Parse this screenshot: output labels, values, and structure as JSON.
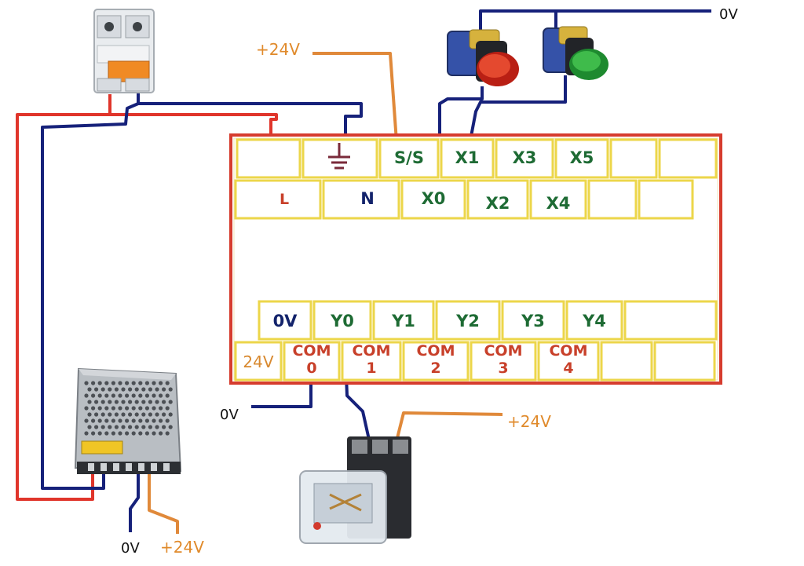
{
  "colors": {
    "wire_red": "#e0352b",
    "wire_navy": "#16217a",
    "wire_orange": "#e0893a",
    "plc_border": "#d63c2e",
    "terminal_border": "#ecd64a",
    "text_green": "#1e6b34",
    "text_navy": "#13236b",
    "text_red": "#c8402a",
    "text_orange": "#d8892f"
  },
  "voltage_labels": {
    "top_0v": "0V",
    "top_24v": "+24V",
    "com_0v": "0V",
    "relay_24v": "+24V",
    "psu_0v": "0V",
    "psu_24v": "+24V"
  },
  "plc": {
    "top_row1": [
      "",
      "",
      "S/S",
      "X1",
      "X3",
      "X5",
      "",
      ""
    ],
    "top_row2": [
      "L",
      "N",
      "X0",
      "X2",
      "X4",
      "",
      ""
    ],
    "bottom_row1": [
      "0V",
      "Y0",
      "Y1",
      "Y2",
      "Y3",
      "Y4",
      ""
    ],
    "bottom_row2": [
      {
        "line1": "24V",
        "line2": ""
      },
      {
        "line1": "COM",
        "line2": "0"
      },
      {
        "line1": "COM",
        "line2": "1"
      },
      {
        "line1": "COM",
        "line2": "2"
      },
      {
        "line1": "COM",
        "line2": "3"
      },
      {
        "line1": "COM",
        "line2": "4"
      },
      {
        "line1": "",
        "line2": ""
      },
      {
        "line1": "",
        "line2": ""
      }
    ]
  },
  "components": {
    "breaker": "circuit-breaker-icon",
    "red_button": "red-push-button-icon",
    "green_button": "green-push-button-icon",
    "power_supply": "power-supply-icon",
    "relay": "relay-icon",
    "ground": "ground-symbol-icon"
  }
}
